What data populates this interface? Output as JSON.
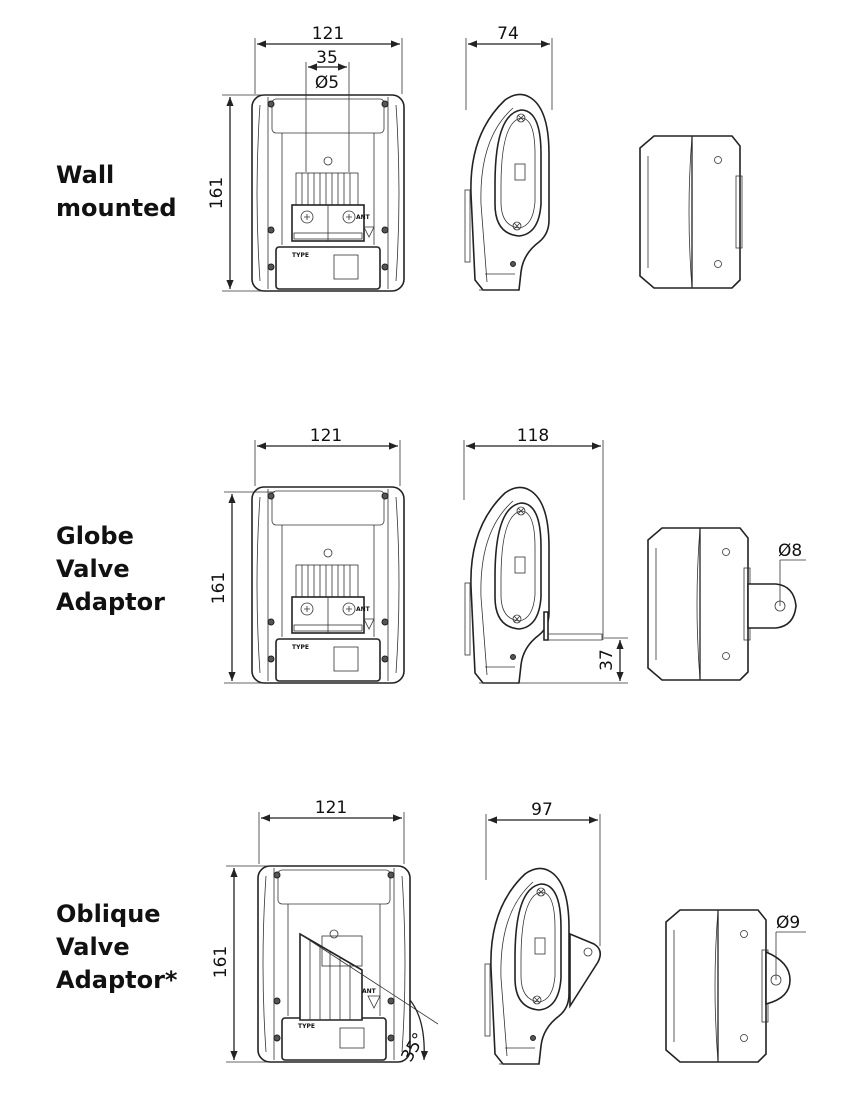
{
  "rows": [
    {
      "label_lines": [
        "Wall",
        "mounted"
      ],
      "front": {
        "width": "121",
        "height": "161",
        "pitch": "35",
        "hole": "Ø5"
      },
      "side": {
        "depth": "74"
      }
    },
    {
      "label_lines": [
        "Globe",
        "Valve",
        "Adaptor"
      ],
      "front": {
        "width": "121",
        "height": "161"
      },
      "side": {
        "depth": "118",
        "offset": "37"
      },
      "top": {
        "hole": "Ø8"
      }
    },
    {
      "label_lines": [
        "Oblique",
        "Valve",
        "Adaptor*"
      ],
      "front": {
        "width": "121",
        "height": "161",
        "angle": "35°"
      },
      "side": {
        "depth": "97"
      },
      "top": {
        "hole": "Ø9"
      }
    }
  ],
  "panel_text": {
    "type": "TYPE",
    "ant": "ANT"
  }
}
